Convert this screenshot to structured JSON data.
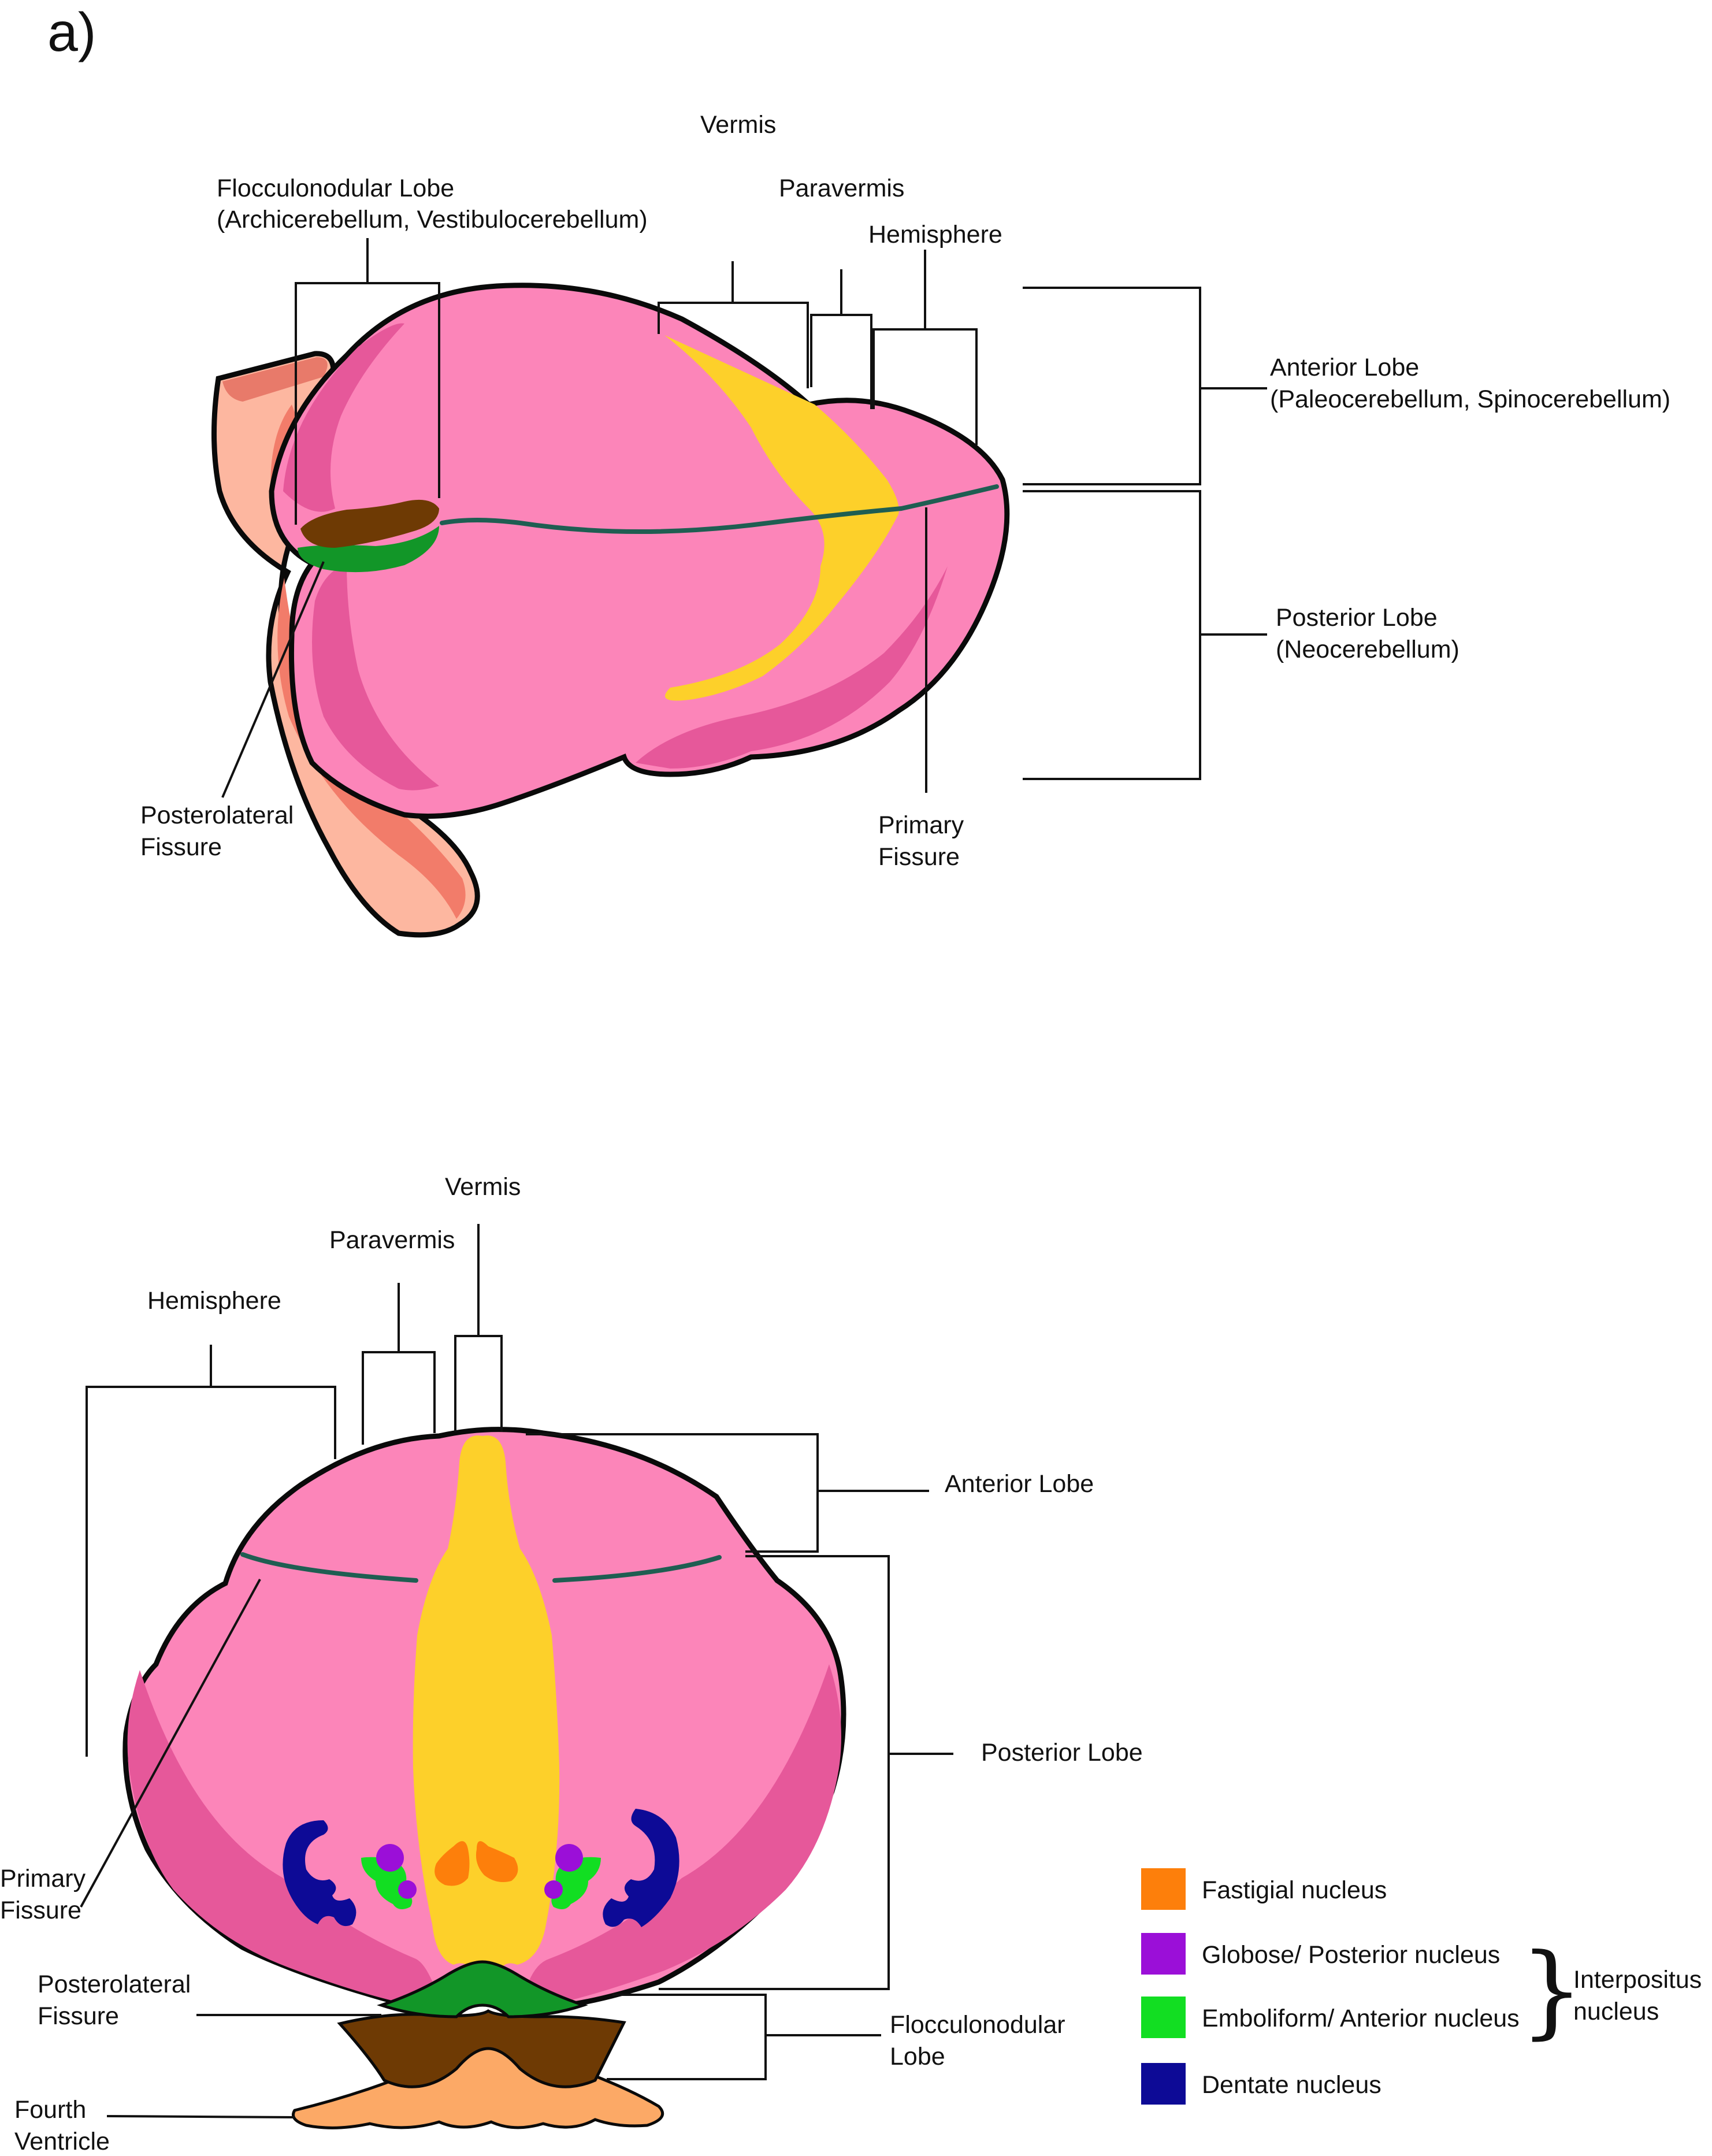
{
  "panel_label": "a)",
  "colors": {
    "cortex": "#fc85b9",
    "cortex_shade": "#e6589a",
    "vermis": "#fdd02a",
    "brainstem": "#fdb7a0",
    "brainstem_shade": "#f27c6a",
    "nodulus": "#6e3a04",
    "flocculus": "#129628",
    "fissure": "#1f5e52",
    "fourth_ventricle": "#fca966"
  },
  "lateral_view": {
    "labels": {
      "flocculonodular_lobe_1": "Flocculonodular Lobe",
      "flocculonodular_lobe_2": "(Archicerebellum, Vestibulocerebellum)",
      "vermis": "Vermis",
      "paravermis": "Paravermis",
      "hemisphere": "Hemisphere",
      "anterior_lobe_1": "Anterior Lobe",
      "anterior_lobe_2": "(Paleocerebellum, Spinocerebellum)",
      "posterior_lobe_1": "Posterior Lobe",
      "posterior_lobe_2": "(Neocerebellum)",
      "posterolateral_fissure_1": "Posterolateral",
      "posterolateral_fissure_2": "Fissure",
      "primary_fissure_1": "Primary",
      "primary_fissure_2": "Fissure"
    }
  },
  "dorsal_view": {
    "labels": {
      "vermis": "Vermis",
      "paravermis": "Paravermis",
      "hemisphere": "Hemisphere",
      "anterior_lobe": "Anterior Lobe",
      "posterior_lobe": "Posterior Lobe",
      "flocculonodular_lobe_1": "Flocculonodular",
      "flocculonodular_lobe_2": "Lobe",
      "primary_fissure_1": "Primary",
      "primary_fissure_2": "Fissure",
      "posterolateral_fissure_1": "Posterolateral",
      "posterolateral_fissure_2": "Fissure",
      "fourth_ventricle_1": "Fourth",
      "fourth_ventricle_2": "Ventricle"
    }
  },
  "legend": {
    "items": [
      {
        "label": "Fastigial nucleus",
        "color": "#fd7f0b"
      },
      {
        "label": "Globose/ Posterior nucleus",
        "color": "#9b0fd8"
      },
      {
        "label": "Emboliform/ Anterior nucleus",
        "color": "#12de22"
      },
      {
        "label": "Dentate nucleus",
        "color": "#0d0a96"
      }
    ],
    "brace": "}",
    "group_label_1": "Interpositus",
    "group_label_2": "nucleus"
  }
}
